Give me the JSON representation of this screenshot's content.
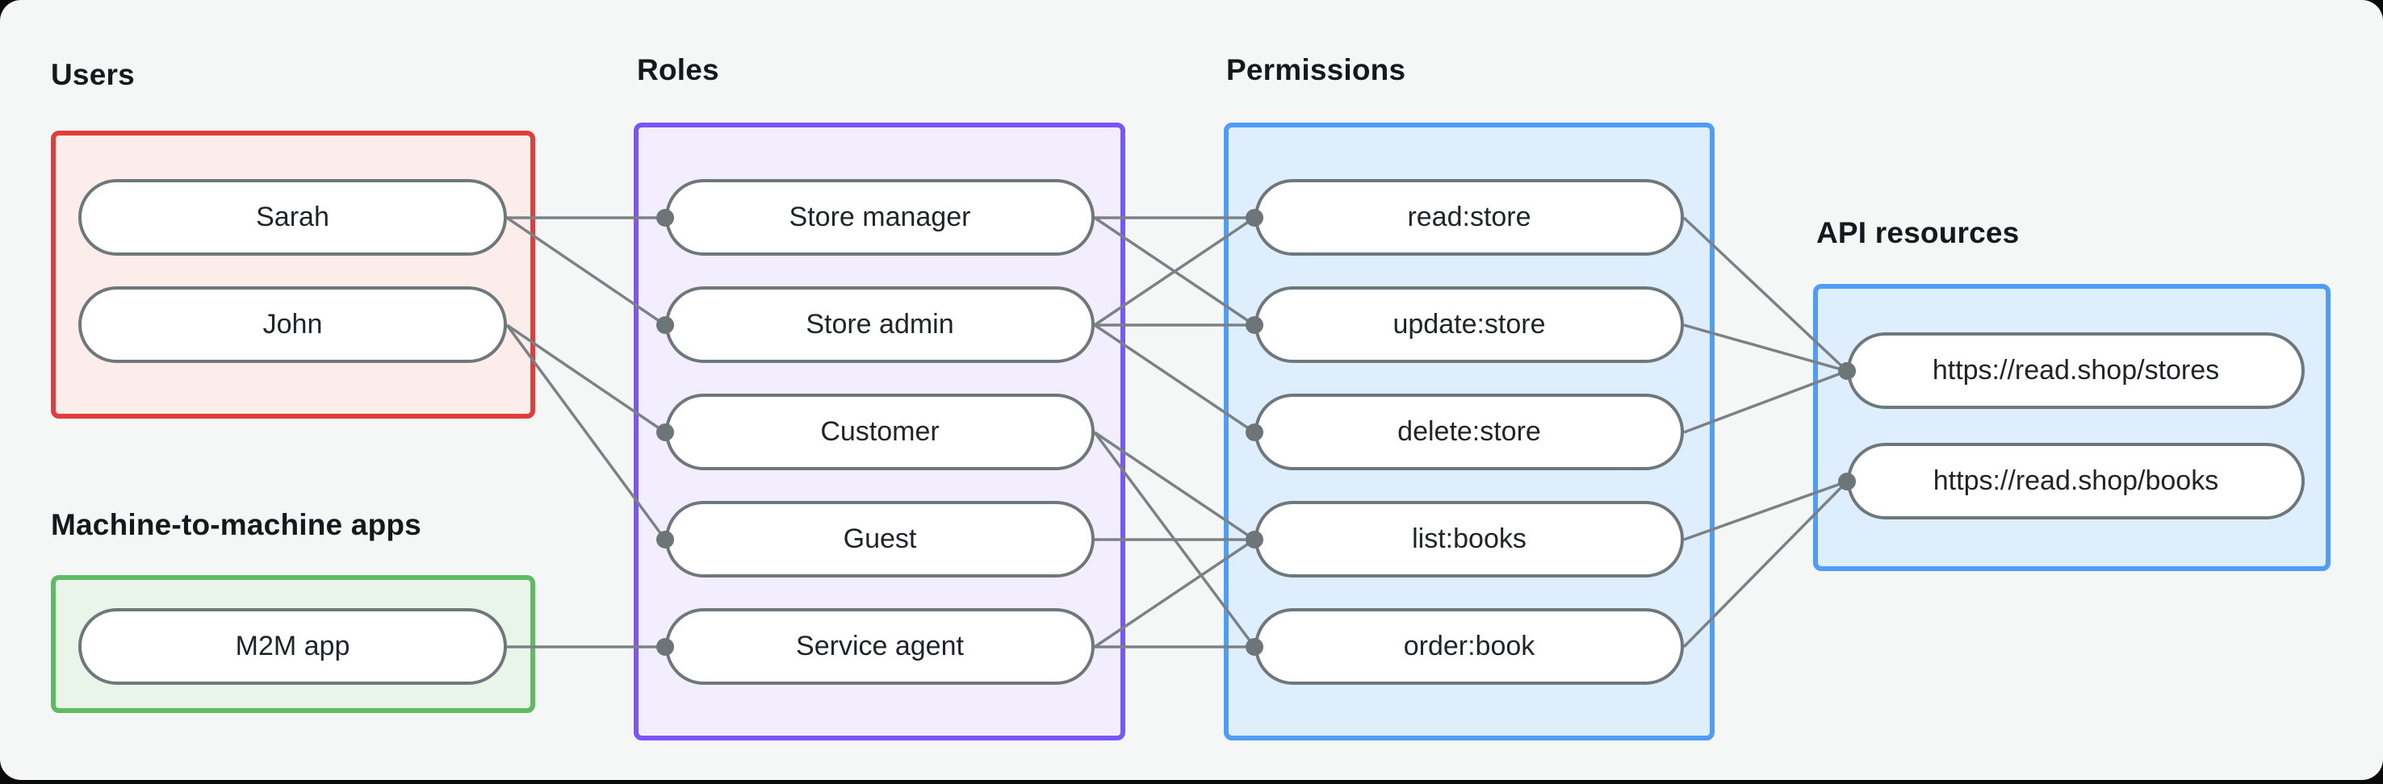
{
  "style": {
    "canvas_background": "#f4f7f5",
    "outside_background": "#0a0a0a",
    "users_accent": "#e03e3c",
    "users_fill": "#fcedeb",
    "m2m_accent": "#5fba64",
    "m2m_fill": "#e9f5e9",
    "roles_accent": "#7a55f8",
    "roles_fill": "#f3eefe",
    "permissions_accent": "#4f9df8",
    "permissions_fill": "#dfeefd",
    "api_accent": "#4f9df8",
    "api_fill": "#dfeefd",
    "node_border": "#6e7779",
    "edge_color": "#7b8285",
    "heading_color": "#15191c",
    "node_text_color": "#1f2428"
  },
  "sections": {
    "users": {
      "label": "Users",
      "items": [
        {
          "label": "Sarah"
        },
        {
          "label": "John"
        }
      ]
    },
    "machine_apps": {
      "label": "Machine-to-machine apps",
      "items": [
        {
          "label": "M2M app"
        }
      ]
    },
    "roles": {
      "label": "Roles",
      "items": [
        {
          "label": "Store manager"
        },
        {
          "label": "Store admin"
        },
        {
          "label": "Customer"
        },
        {
          "label": "Guest"
        },
        {
          "label": "Service agent"
        }
      ]
    },
    "permissions": {
      "label": "Permissions",
      "items": [
        {
          "label": "read:store"
        },
        {
          "label": "update:store"
        },
        {
          "label": "delete:store"
        },
        {
          "label": "list:books"
        },
        {
          "label": "order:book"
        }
      ]
    },
    "api_resources": {
      "label": "API resources",
      "items": [
        {
          "label": "https://read.shop/stores"
        },
        {
          "label": "https://read.shop/books"
        }
      ]
    }
  },
  "edges": [
    {
      "from": "Sarah",
      "to": "Store manager"
    },
    {
      "from": "Sarah",
      "to": "Store admin"
    },
    {
      "from": "John",
      "to": "Customer"
    },
    {
      "from": "John",
      "to": "Guest"
    },
    {
      "from": "M2M app",
      "to": "Service agent"
    },
    {
      "from": "Store manager",
      "to": "read:store"
    },
    {
      "from": "Store manager",
      "to": "update:store"
    },
    {
      "from": "Store admin",
      "to": "read:store"
    },
    {
      "from": "Store admin",
      "to": "update:store"
    },
    {
      "from": "Store admin",
      "to": "delete:store"
    },
    {
      "from": "Customer",
      "to": "list:books"
    },
    {
      "from": "Customer",
      "to": "order:book"
    },
    {
      "from": "Guest",
      "to": "list:books"
    },
    {
      "from": "Service agent",
      "to": "list:books"
    },
    {
      "from": "Service agent",
      "to": "order:book"
    },
    {
      "from": "read:store",
      "to": "https://read.shop/stores"
    },
    {
      "from": "update:store",
      "to": "https://read.shop/stores"
    },
    {
      "from": "delete:store",
      "to": "https://read.shop/stores"
    },
    {
      "from": "list:books",
      "to": "https://read.shop/books"
    },
    {
      "from": "order:book",
      "to": "https://read.shop/books"
    }
  ]
}
